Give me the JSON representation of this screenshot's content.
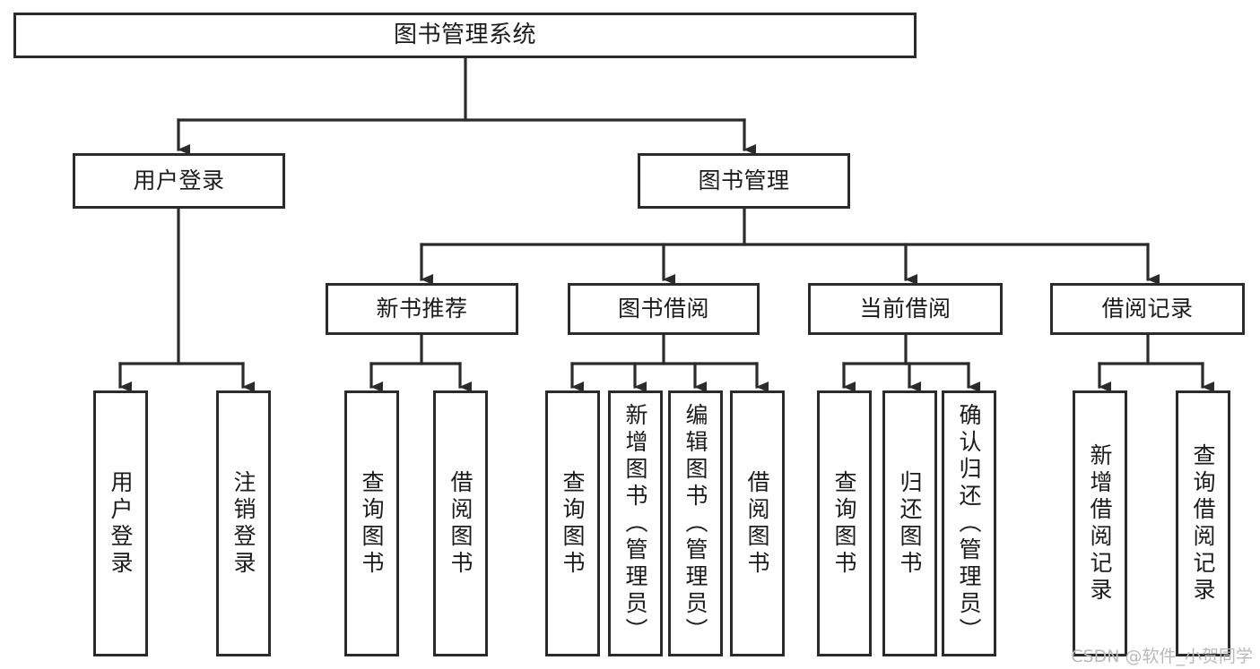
{
  "diagram": {
    "type": "tree-hierarchy",
    "title": "图书管理系统",
    "watermark": "CSDN @软件_小贺同学",
    "colors": {
      "box_border": "#2b2b2b",
      "box_fill": "#ffffff",
      "connector": "#2b2b2b",
      "text": "#1b1b1b",
      "watermark": "#b9b9b9",
      "background": "#ffffff"
    },
    "nodes": {
      "root": {
        "label": "图书管理系统"
      },
      "level2": [
        {
          "label": "用户登录"
        },
        {
          "label": "图书管理"
        }
      ],
      "level3": [
        {
          "label": "新书推荐"
        },
        {
          "label": "图书借阅"
        },
        {
          "label": "当前借阅"
        },
        {
          "label": "借阅记录"
        }
      ],
      "leaves_user_login": [
        {
          "label": "用户登录"
        },
        {
          "label": "注销登录"
        }
      ],
      "leaves_new_book": [
        {
          "label": "查询图书"
        },
        {
          "label": "借阅图书"
        }
      ],
      "leaves_borrow": [
        {
          "label": "查询图书"
        },
        {
          "label": "新增图书（管理员）"
        },
        {
          "label": "编辑图书（管理员）"
        },
        {
          "label": "借阅图书"
        }
      ],
      "leaves_current": [
        {
          "label": "查询图书"
        },
        {
          "label": "归还图书"
        },
        {
          "label": "确认归还（管理员）"
        }
      ],
      "leaves_record": [
        {
          "label": "新增借阅记录"
        },
        {
          "label": "查询借阅记录"
        }
      ]
    }
  }
}
